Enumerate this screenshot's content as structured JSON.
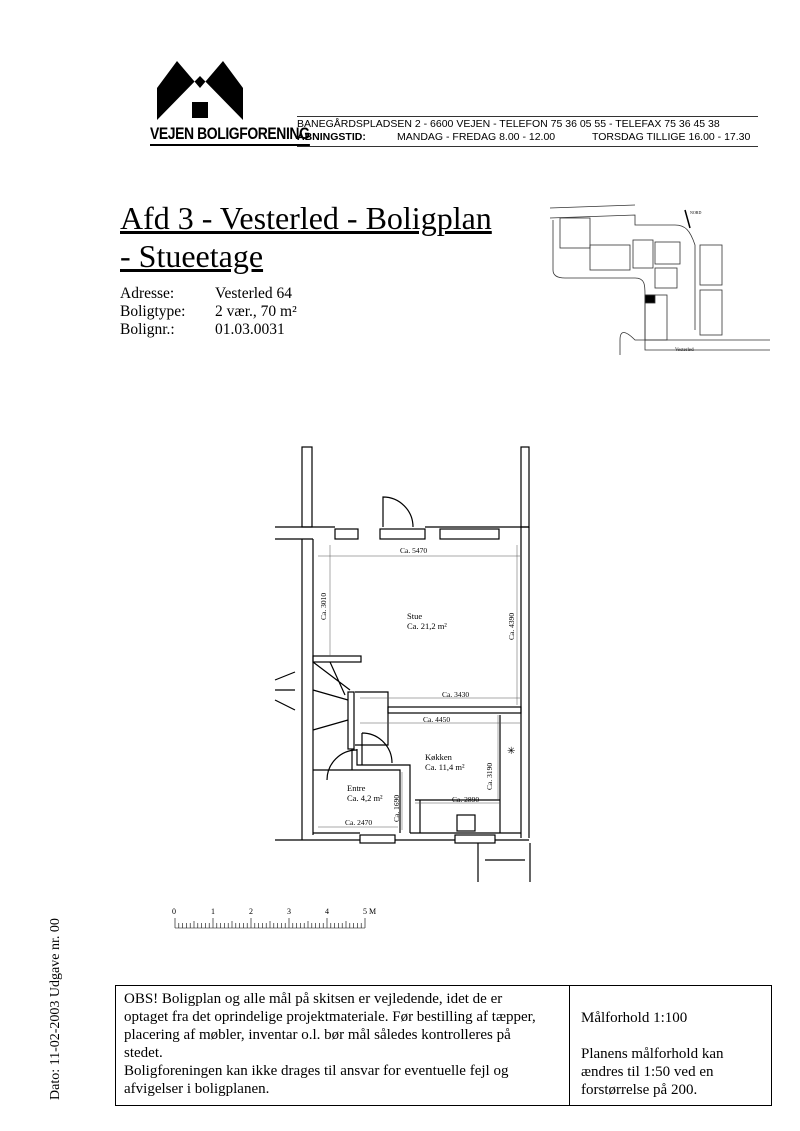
{
  "logo": {
    "name": "VEJEN BOLIGFORENING"
  },
  "header": {
    "address_line": "BANEGÅRDSPLADSEN 2 - 6600 VEJEN - TELEFON 75 36 05 55 - TELEFAX 75 36 45 38",
    "hours_label": "ABNINGSTID:",
    "hours_weekdays": "MANDAG - FREDAG 8.00 - 12.00",
    "hours_thursday": "TORSDAG TILLIGE 16.00 - 17.30"
  },
  "title": {
    "line1": "Afd 3 - Vesterled - Boligplan",
    "line2": "- Stueetage"
  },
  "info": [
    {
      "label": "Adresse:",
      "value": "Vesterled 64"
    },
    {
      "label": "Boligtype:",
      "value": "2 vær., 70 m²"
    },
    {
      "label": "Bolignr.:",
      "value": "01.03.0031"
    }
  ],
  "site_plan": {
    "north_label": "NORD",
    "street_label": "Vesterled"
  },
  "floor_plan": {
    "rooms": [
      {
        "name": "Stue",
        "area": "Ca. 21,2 m²"
      },
      {
        "name": "Køkken",
        "area": "Ca. 11,4 m²"
      },
      {
        "name": "Entre",
        "area": "Ca. 4,2 m²"
      }
    ],
    "dimensions": [
      "Ca. 5470",
      "Ca. 3010",
      "Ca. 4390",
      "Ca. 3430",
      "Ca. 4450",
      "Ca. 3190",
      "Ca. 2890",
      "Ca. 1690",
      "Ca. 2470"
    ]
  },
  "scale_bar": {
    "labels": [
      "0",
      "1",
      "2",
      "3",
      "4",
      "5 M"
    ]
  },
  "notice": {
    "lines": [
      "OBS! Boligplan og alle mål på skitsen er vejledende, idet de er",
      "optaget fra det oprindelige projektmateriale. Før bestilling af tæpper,",
      "placering af møbler, inventar o.l. bør mål således kontrolleres på",
      "stedet.",
      "Boligforeningen kan ikke drages til ansvar for eventuelle fejl og",
      "afvigelser i boligplanen."
    ],
    "scale_title": "Målforhold 1:100",
    "scale_lines": [
      "Planens målforhold kan",
      "ændres til 1:50 ved en",
      "forstørrelse på 200."
    ]
  },
  "footer": {
    "date_edition": "Dato: 11-02-2003  Udgave nr. 00"
  }
}
